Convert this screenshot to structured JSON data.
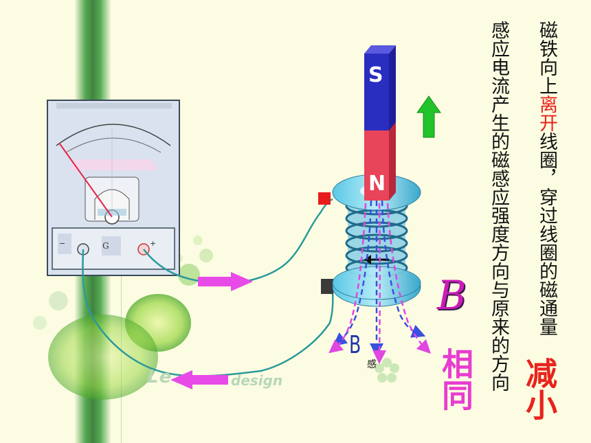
{
  "caption_left": {
    "prefix": "磁铁向上",
    "highlight": "离开",
    "suffix": "线圈，穿过线圈的磁通量",
    "result": "减小"
  },
  "caption_right": {
    "text": "感应电流产生的磁感应强度方向与原来的方向",
    "result": "相同"
  },
  "labels": {
    "field_B": "B",
    "induced_B": "B",
    "induced_sub": "感",
    "meter_g": "G",
    "meter_minus": "−",
    "meter_plus": "+",
    "pole_top": "S",
    "pole_bottom": "N",
    "brand_a": "Le",
    "brand_b": "design"
  },
  "colors": {
    "background": "#fcfce2",
    "magnet_north": "#e8445a",
    "magnet_south": "#2a2ec0",
    "coil": "#41c0da",
    "field_lines_original": "#3a4fe0",
    "field_lines_induced": "#e046e0",
    "highlight_text": "#e8231c",
    "result_left": "#e8231c",
    "result_right": "#e83cd0",
    "wire": "#2a9a9a",
    "up_arrow": "#22c32a",
    "current_arrows": "#e84ae8"
  },
  "icons": [
    "up-arrow-icon",
    "current-arrow-right-icon",
    "current-arrow-left-icon",
    "galvanometer-icon",
    "lime-decoration-icon"
  ]
}
